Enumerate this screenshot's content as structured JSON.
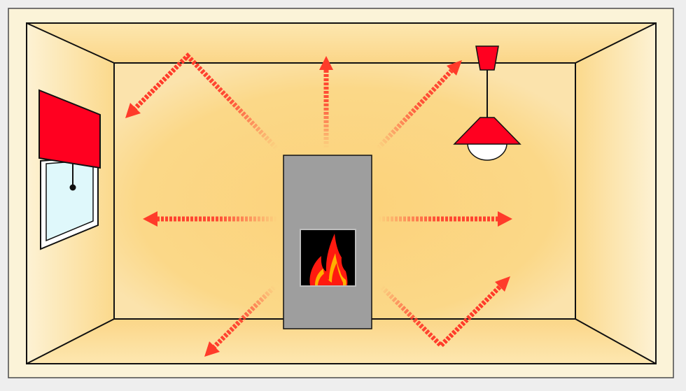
{
  "title": "",
  "scene": {
    "room": "room-interior",
    "heat_source": "fireplace",
    "light_fixture": "pendant-lamp",
    "window": "window-with-roller-blind",
    "heat_flow": "radiating-arrows"
  },
  "colors": {
    "page_background": "#eeeeee",
    "frame_background": "#fbf3d8",
    "back_wall": "#fcd27a",
    "side_wall": "#fbe6ad",
    "outline": "#111111",
    "arrow": "#ff3b2a",
    "stove_body": "#9e9e9e",
    "firebox": "#000000",
    "flame_outer": "#ff1a10",
    "flame_inner": "#ffb100",
    "blind": "#ff0020",
    "glass": "#dff8fb",
    "lamp_shade": "#ff0020",
    "bulb": "#ffffff"
  }
}
